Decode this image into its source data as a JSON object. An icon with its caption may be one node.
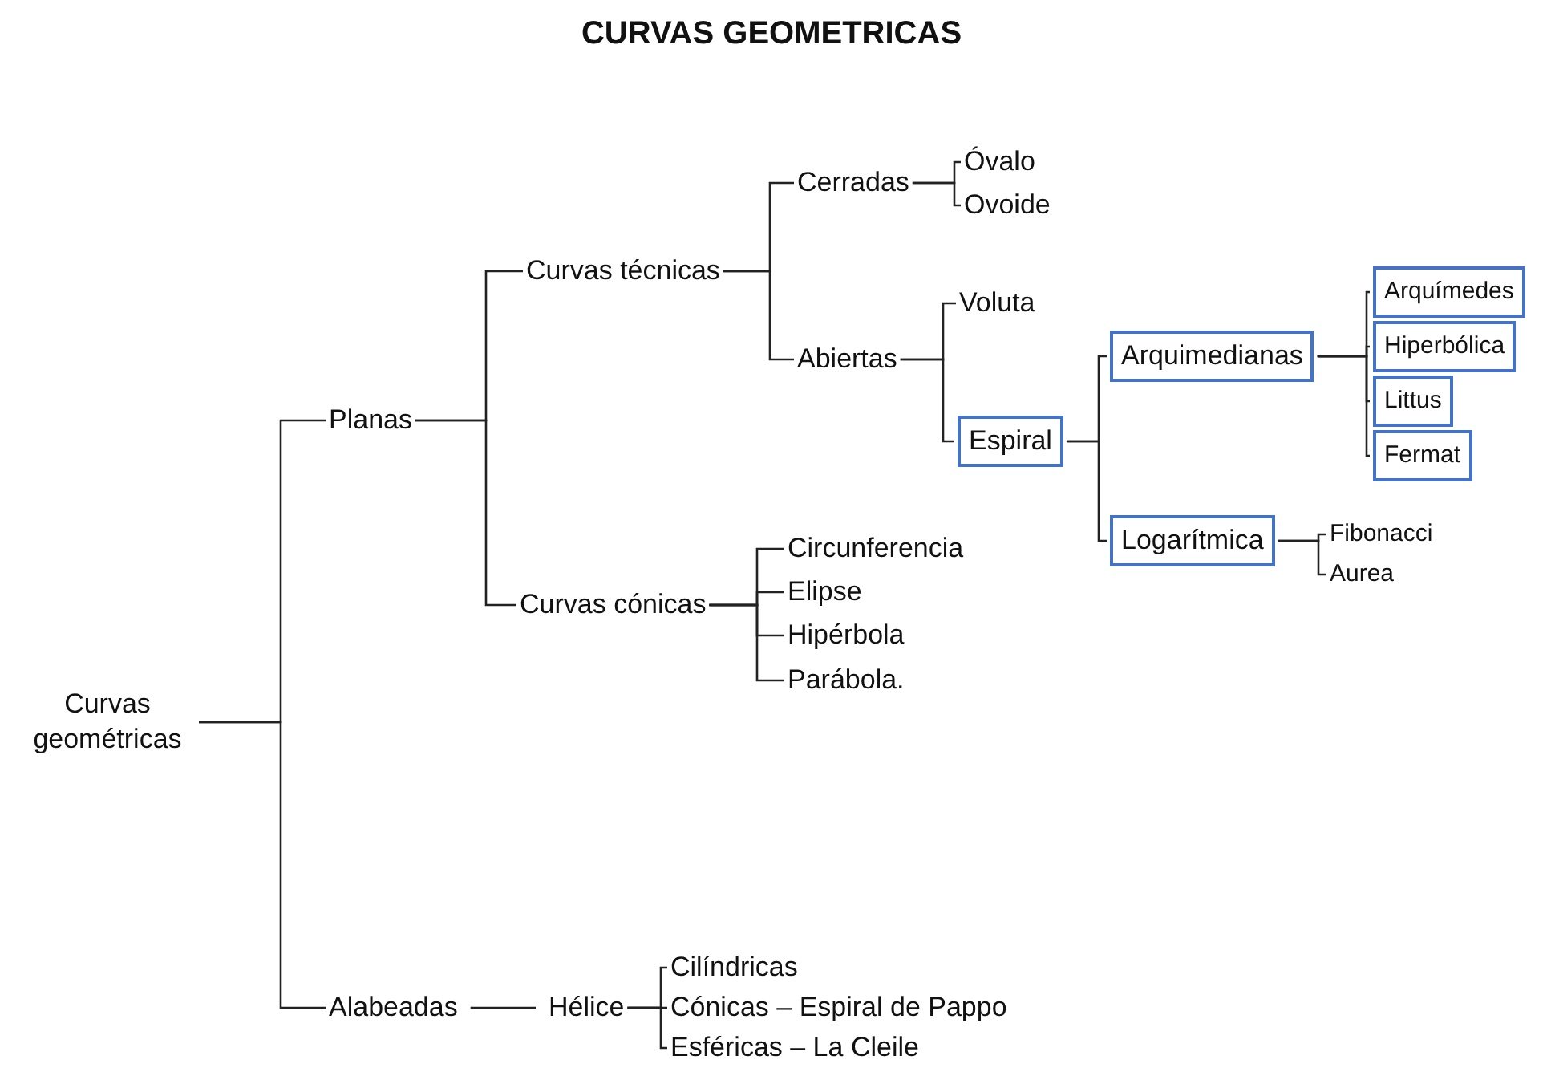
{
  "diagram": {
    "title": "CURVAS GEOMETRICAS",
    "nodes": [
      {
        "text": [
          "Curvas geométricas"
        ]
      },
      {
        "text": [
          "Planas"
        ]
      },
      {
        "text": [
          "Alabeadas"
        ]
      },
      {
        "text": [
          "Curvas técnicas"
        ]
      },
      {
        "text": [
          "Curvas cónicas"
        ]
      },
      {
        "text": [
          "Cerradas"
        ]
      },
      {
        "text": [
          "Abiertas"
        ]
      },
      {
        "text": [
          "Óvalo"
        ]
      },
      {
        "text": [
          "Ovoide"
        ]
      },
      {
        "text": [
          "Voluta"
        ]
      },
      {
        "text": [
          "Espiral"
        ]
      },
      {
        "text": [
          "Arquimedianas"
        ]
      },
      {
        "text": [
          "Logarítmica"
        ]
      },
      {
        "text": [
          "Arquímedes"
        ]
      },
      {
        "text": [
          "Hiperbólica"
        ]
      },
      {
        "text": [
          "Littus"
        ]
      },
      {
        "text": [
          "Fermat"
        ]
      },
      {
        "text": [
          "Fibonacci"
        ]
      },
      {
        "text": [
          "Aurea"
        ]
      },
      {
        "text": [
          "Circunferencia"
        ]
      },
      {
        "text": [
          "Elipse"
        ]
      },
      {
        "text": [
          "Hipérbola"
        ]
      },
      {
        "text": [
          "Parábola."
        ]
      },
      {
        "text": [
          "Hélice"
        ]
      },
      {
        "text": [
          "Cilíndricas"
        ]
      },
      {
        "text": [
          "Cónicas – Espiral de Pappo"
        ]
      },
      {
        "text": [
          "Esféricas – La Cleile"
        ]
      }
    ],
    "edges": [
      {
        "from": 0,
        "to": 1,
        "arrow": "none"
      },
      {
        "from": 0,
        "to": 2,
        "arrow": "none"
      },
      {
        "from": 1,
        "to": 3,
        "arrow": "none"
      },
      {
        "from": 1,
        "to": 4,
        "arrow": "none"
      },
      {
        "from": 3,
        "to": 5,
        "arrow": "none"
      },
      {
        "from": 3,
        "to": 6,
        "arrow": "none"
      },
      {
        "from": 5,
        "to": 7,
        "arrow": "none"
      },
      {
        "from": 5,
        "to": 8,
        "arrow": "none"
      },
      {
        "from": 6,
        "to": 9,
        "arrow": "none"
      },
      {
        "from": 6,
        "to": 10,
        "arrow": "none"
      },
      {
        "from": 10,
        "to": 11,
        "arrow": "none"
      },
      {
        "from": 10,
        "to": 12,
        "arrow": "none"
      },
      {
        "from": 11,
        "to": 13,
        "arrow": "none"
      },
      {
        "from": 11,
        "to": 14,
        "arrow": "none"
      },
      {
        "from": 11,
        "to": 15,
        "arrow": "none"
      },
      {
        "from": 11,
        "to": 16,
        "arrow": "none"
      },
      {
        "from": 12,
        "to": 17,
        "arrow": "none"
      },
      {
        "from": 12,
        "to": 18,
        "arrow": "none"
      },
      {
        "from": 4,
        "to": 19,
        "arrow": "none"
      },
      {
        "from": 4,
        "to": 20,
        "arrow": "none"
      },
      {
        "from": 4,
        "to": 21,
        "arrow": "none"
      },
      {
        "from": 4,
        "to": 22,
        "arrow": "none"
      },
      {
        "from": 2,
        "to": 23,
        "arrow": "none"
      },
      {
        "from": 23,
        "to": 24,
        "arrow": "none"
      },
      {
        "from": 23,
        "to": 25,
        "arrow": "none"
      },
      {
        "from": 23,
        "to": 26,
        "arrow": "none"
      }
    ]
  }
}
